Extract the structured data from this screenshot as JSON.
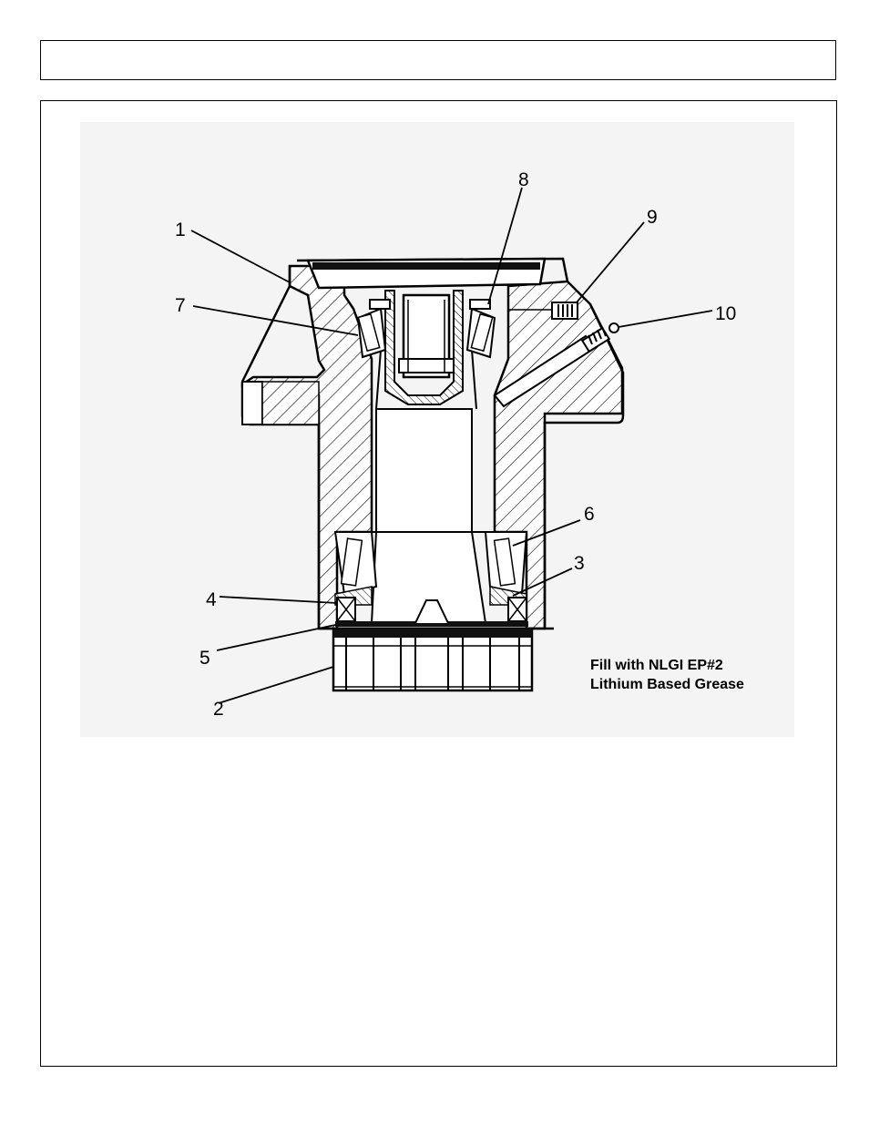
{
  "header": {
    "title": ""
  },
  "diagram": {
    "callouts": [
      {
        "id": "1",
        "label": "1"
      },
      {
        "id": "2",
        "label": "2"
      },
      {
        "id": "3",
        "label": "3"
      },
      {
        "id": "4",
        "label": "4"
      },
      {
        "id": "5",
        "label": "5"
      },
      {
        "id": "6",
        "label": "6"
      },
      {
        "id": "7",
        "label": "7"
      },
      {
        "id": "8",
        "label": "8"
      },
      {
        "id": "9",
        "label": "9"
      },
      {
        "id": "10",
        "label": "10"
      }
    ],
    "note_line1": "Fill with NLGI EP#2",
    "note_line2": "Lithium Based Grease"
  }
}
